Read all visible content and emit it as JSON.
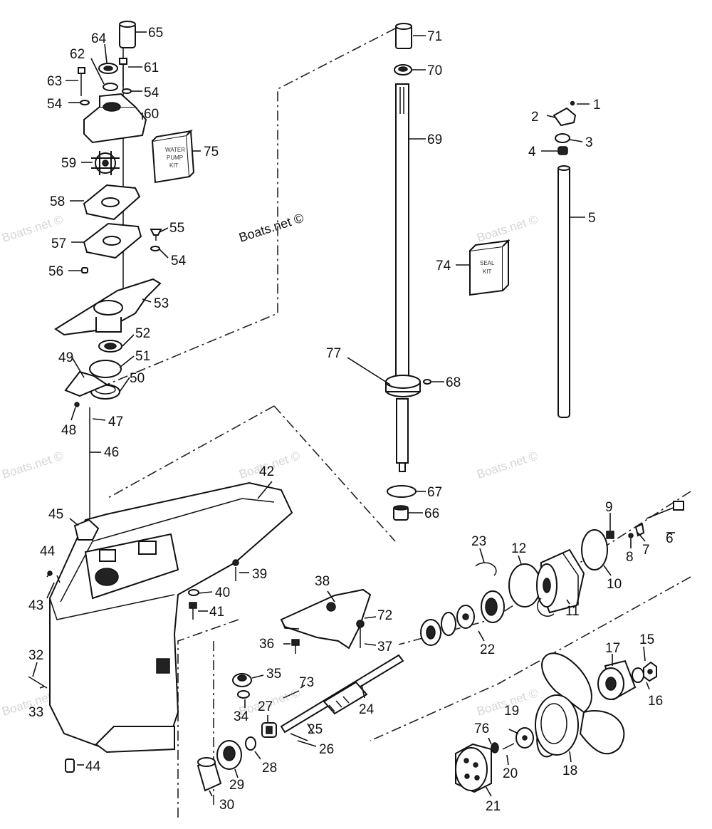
{
  "credit": "Boats.net ©",
  "watermark": "Boats.net ©",
  "kits": {
    "water_pump": [
      "WATER",
      "PUMP",
      "KIT"
    ],
    "seal": [
      "SEAL",
      "KIT"
    ]
  },
  "parts": [
    {
      "n": "1"
    },
    {
      "n": "2"
    },
    {
      "n": "3"
    },
    {
      "n": "4"
    },
    {
      "n": "5"
    },
    {
      "n": "6"
    },
    {
      "n": "7"
    },
    {
      "n": "8"
    },
    {
      "n": "9"
    },
    {
      "n": "10"
    },
    {
      "n": "11"
    },
    {
      "n": "12"
    },
    {
      "n": "15"
    },
    {
      "n": "16"
    },
    {
      "n": "17"
    },
    {
      "n": "18"
    },
    {
      "n": "19"
    },
    {
      "n": "20"
    },
    {
      "n": "21"
    },
    {
      "n": "22"
    },
    {
      "n": "23"
    },
    {
      "n": "24"
    },
    {
      "n": "25"
    },
    {
      "n": "26"
    },
    {
      "n": "27"
    },
    {
      "n": "28"
    },
    {
      "n": "29"
    },
    {
      "n": "30"
    },
    {
      "n": "32"
    },
    {
      "n": "33"
    },
    {
      "n": "34"
    },
    {
      "n": "35"
    },
    {
      "n": "36"
    },
    {
      "n": "37"
    },
    {
      "n": "38"
    },
    {
      "n": "39"
    },
    {
      "n": "40"
    },
    {
      "n": "41"
    },
    {
      "n": "42"
    },
    {
      "n": "43"
    },
    {
      "n": "44"
    },
    {
      "n": "44"
    },
    {
      "n": "45"
    },
    {
      "n": "46"
    },
    {
      "n": "47"
    },
    {
      "n": "48"
    },
    {
      "n": "49"
    },
    {
      "n": "50"
    },
    {
      "n": "51"
    },
    {
      "n": "52"
    },
    {
      "n": "53"
    },
    {
      "n": "54"
    },
    {
      "n": "54"
    },
    {
      "n": "54"
    },
    {
      "n": "55"
    },
    {
      "n": "56"
    },
    {
      "n": "57"
    },
    {
      "n": "58"
    },
    {
      "n": "59"
    },
    {
      "n": "60"
    },
    {
      "n": "61"
    },
    {
      "n": "62"
    },
    {
      "n": "63"
    },
    {
      "n": "64"
    },
    {
      "n": "65"
    },
    {
      "n": "66"
    },
    {
      "n": "67"
    },
    {
      "n": "68"
    },
    {
      "n": "69"
    },
    {
      "n": "70"
    },
    {
      "n": "71"
    },
    {
      "n": "72"
    },
    {
      "n": "73"
    },
    {
      "n": "74"
    },
    {
      "n": "75"
    },
    {
      "n": "76"
    },
    {
      "n": "77"
    }
  ]
}
